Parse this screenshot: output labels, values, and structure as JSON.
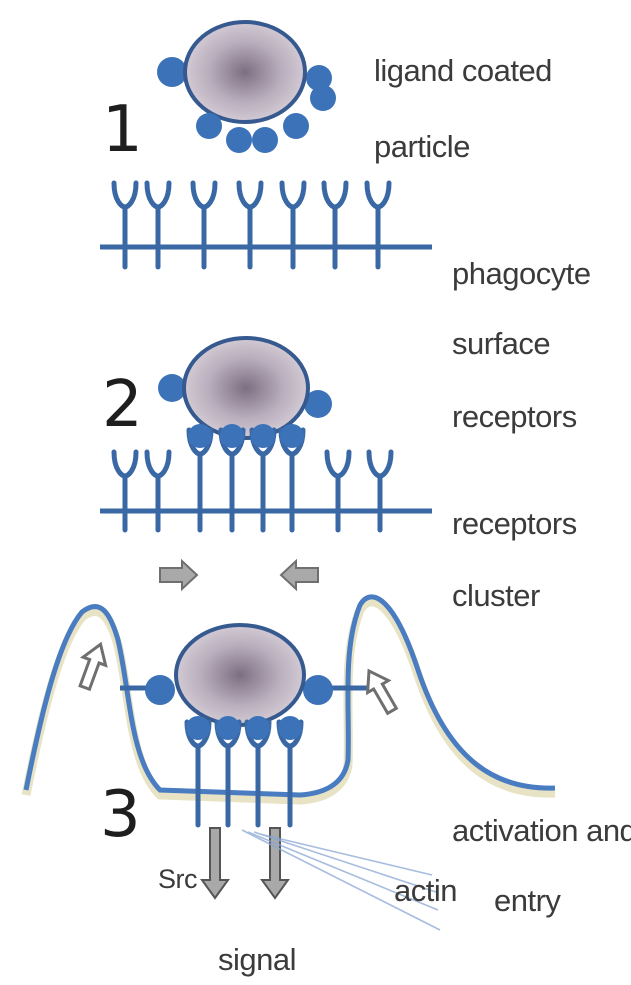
{
  "steps": {
    "s1": "1",
    "s2": "2",
    "s3": "3"
  },
  "labels": {
    "ligand_line1": "ligand coated",
    "ligand_line2": "particle",
    "phago_line1": "phagocyte",
    "phago_line2": "surface",
    "phago_line3": "receptors",
    "cluster_line1": "receptors",
    "cluster_line2": "cluster",
    "activation_line1": "activation and",
    "activation_line2": "entry",
    "actin": "actin",
    "src": "Src",
    "signal": "signal"
  },
  "colors": {
    "receptor": "#3a68a5",
    "ligand": "#3c73b8",
    "particle_fill": "#c9bfcc",
    "membrane_highlight": "#e7e3c4",
    "arrow_fill": "#a9a9a9",
    "text": "#3b3b3b"
  }
}
